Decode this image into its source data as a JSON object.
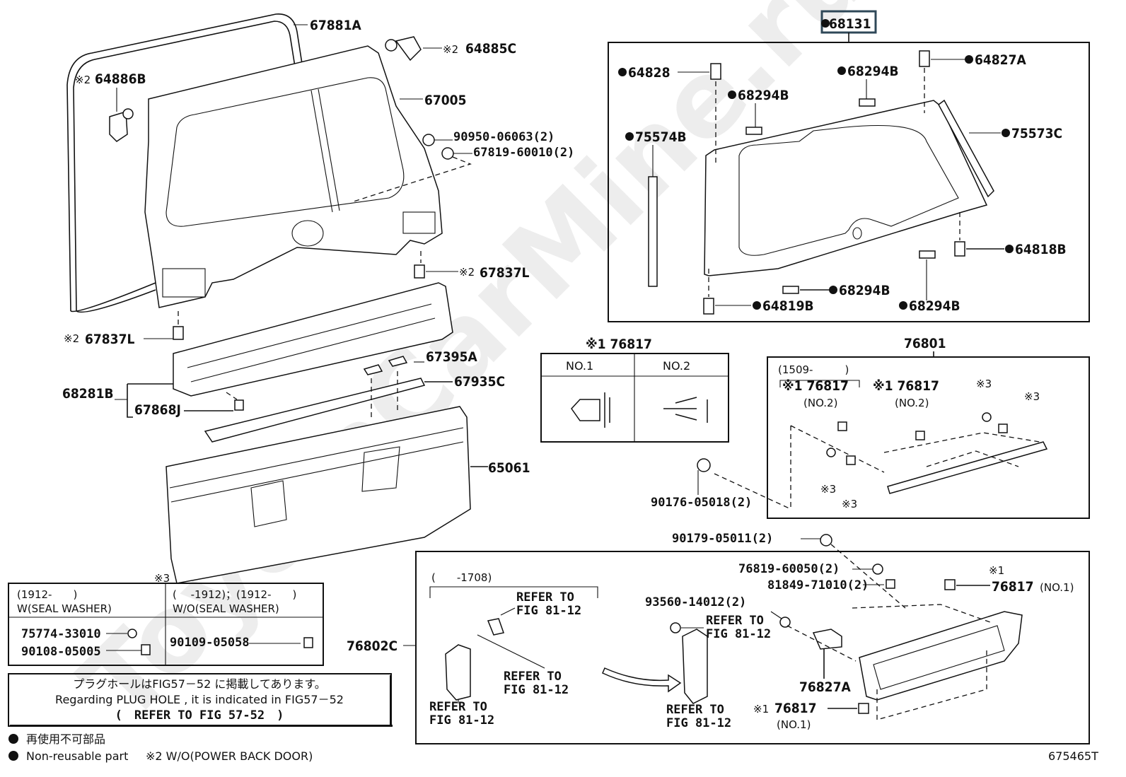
{
  "diagram": {
    "figure_id": "675465T",
    "watermark": "ToyotaCarMine.ru",
    "highlighted_part": "68131",
    "labels": {
      "p67881A": "67881A",
      "p64885C": "64885C",
      "p64886B": "64886B",
      "p67005": "67005",
      "p90950": "90950-06063(2)",
      "p67819": "67819-60010(2)",
      "p67837L_r": "67837L",
      "p67837L_l": "67837L",
      "p68281B": "68281B",
      "p67868J": "67868J",
      "p67395A": "67395A",
      "p67935C": "67935C",
      "p65061": "65061",
      "p68131": "68131",
      "p64828": "64828",
      "p68294B_a": "68294B",
      "p68294B_b": "68294B",
      "p68294B_c": "68294B",
      "p68294B_d": "68294B",
      "p64827A": "64827A",
      "p75574B": "75574B",
      "p75573C": "75573C",
      "p64818B": "64818B",
      "p64819B": "64819B",
      "p76801": "76801",
      "p90176": "90176-05018(2)",
      "p90179": "90179-05011(2)",
      "p76819": "76819-60050(2)",
      "p81849": "81849-71010(2)",
      "p93560": "93560-14012(2)",
      "p76817_a": "76817",
      "p76817_b": "76817",
      "p76827A": "76827A",
      "p76802C": "76802C"
    },
    "marks": {
      "note1": "※1",
      "note2": "※2",
      "note3": "※3",
      "no1": "(NO.1)",
      "no2": "(NO.2)"
    },
    "clip_table": {
      "title": "※1 76817",
      "col1": "NO.1",
      "col2": "NO.2"
    },
    "box_76801": {
      "range": "(1509-　　　)",
      "item1": "※1 76817",
      "item1_sub": "(NO.2)",
      "item2": "※1 76817",
      "item2_sub": "(NO.2)"
    },
    "box_76802C": {
      "range": "(　　-1708)",
      "refer": "REFER TO",
      "fig": "FIG 81-12"
    },
    "washer_table": {
      "mark": "※3",
      "col1_range": "(1912-　　)",
      "col1_title": "W(SEAL WASHER)",
      "col2_range": "(　 -1912)；(1912-　　)",
      "col2_title": "W/O(SEAL WASHER)",
      "col1_parts": [
        "75774-33010",
        "90108-05005"
      ],
      "col2_parts": [
        "90109-05058"
      ]
    },
    "note_box": {
      "line_jp": "プラグホールはFIG57－52 に掲載してあります。",
      "line_en": "Regarding PLUG HOLE , it is indicated in FIG57－52",
      "line_ref": "(　REFER TO FIG 57-52　)"
    },
    "legend": {
      "bullet_jp": "再使用不可部品",
      "bullet_en": "Non-reusable part",
      "note2": "※2 W/O(POWER BACK DOOR)"
    },
    "colors": {
      "ink": "#111111",
      "highlight_border": "#2f4858",
      "watermark": "#ededed"
    }
  }
}
